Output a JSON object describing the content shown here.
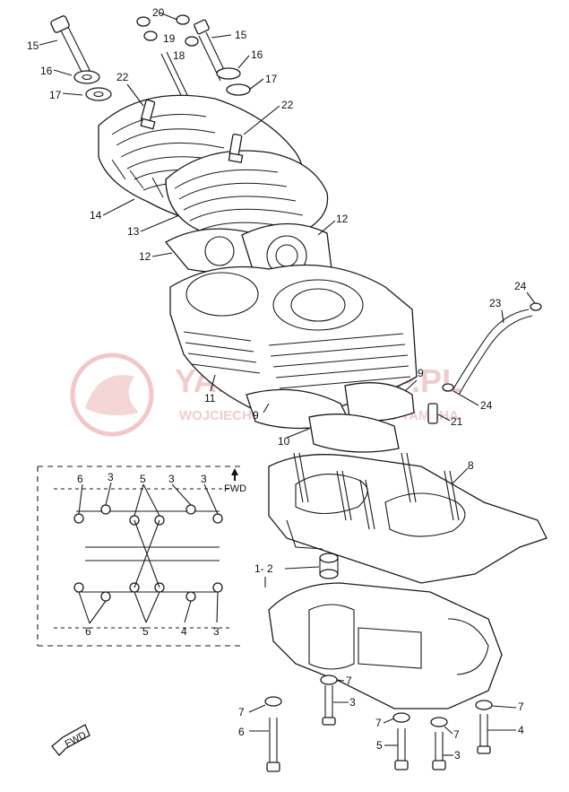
{
  "watermark": {
    "brand": "YAMAHA-SHOP.PL",
    "tagline": "WOJCIECHOWSKI MOTO - PARTS YAMAHA",
    "color": "#e7a3a3"
  },
  "callouts": {
    "c15a": "15",
    "c16a": "16",
    "c17a": "17",
    "c20": "20",
    "c19": "19",
    "c18": "18",
    "c15b": "15",
    "c16b": "16",
    "c17b": "17",
    "c22a": "22",
    "c22b": "22",
    "c14": "14",
    "c13": "13",
    "c12a": "12",
    "c12b": "12",
    "c24a": "24",
    "c23": "23",
    "c11": "11",
    "c9a": "9",
    "c9b": "9",
    "c10": "10",
    "c24b": "24",
    "c21": "21",
    "c8": "8",
    "c1_2": "1- 2",
    "c7a": "7",
    "c3a": "3",
    "c7b": "7",
    "c6": "6",
    "c7c": "7",
    "c7d": "7",
    "c7e": "7",
    "c5": "5",
    "c3b": "3",
    "c4": "4"
  },
  "torque_diagram": {
    "fwd_label": "FWD",
    "top_labels": [
      "6",
      "3",
      "5",
      "3",
      "3"
    ],
    "bottom_labels": [
      "6",
      "5",
      "4",
      "3"
    ]
  },
  "fwd_arrow": {
    "label": "FWD"
  }
}
